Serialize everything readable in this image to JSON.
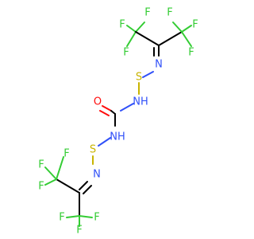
{
  "colors": {
    "background": "#ffffff",
    "carbon_bond": "#000000",
    "fluorine": "#33cc33",
    "nitrogen": "#3050f8",
    "sulfur": "#c8b400",
    "oxygen": "#ff0d0d"
  },
  "labels": {
    "fluorine": "F",
    "nitrogen": "N",
    "sulfur": "S",
    "oxygen": "O",
    "amine": "NH"
  }
}
